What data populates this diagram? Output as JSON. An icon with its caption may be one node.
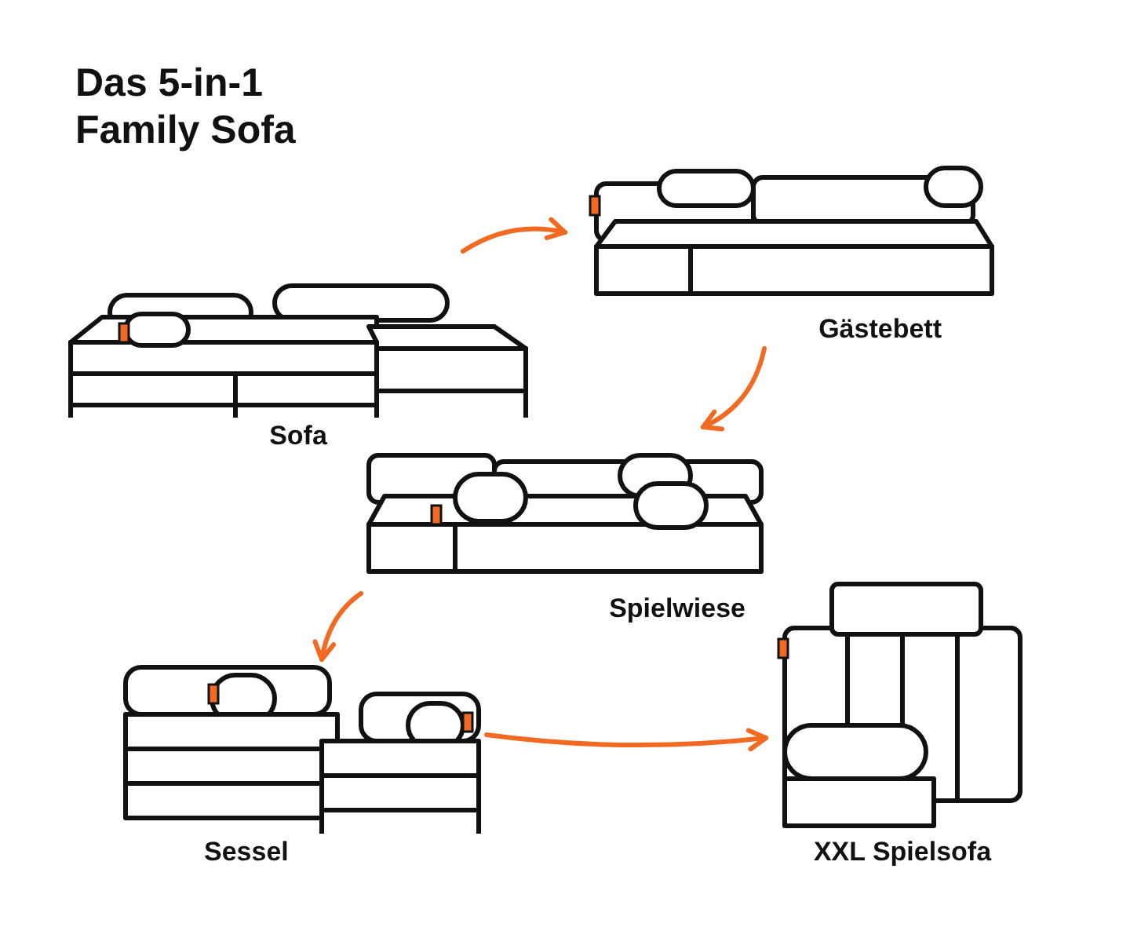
{
  "diagram": {
    "title": "Das 5-in-1 Family Sofa",
    "nodes": [
      {
        "text": [
          "Sofa"
        ]
      },
      {
        "text": [
          "Gästebett"
        ]
      },
      {
        "text": [
          "Spielwiese"
        ]
      },
      {
        "text": [
          "Sessel"
        ]
      },
      {
        "text": [
          "XXL Spielsofa"
        ]
      }
    ],
    "edges": [
      {
        "from": 0,
        "to": 1,
        "arrow": "to"
      },
      {
        "from": 1,
        "to": 2,
        "arrow": "to"
      },
      {
        "from": 2,
        "to": 3,
        "arrow": "to"
      },
      {
        "from": 3,
        "to": 4,
        "arrow": "to"
      }
    ]
  }
}
